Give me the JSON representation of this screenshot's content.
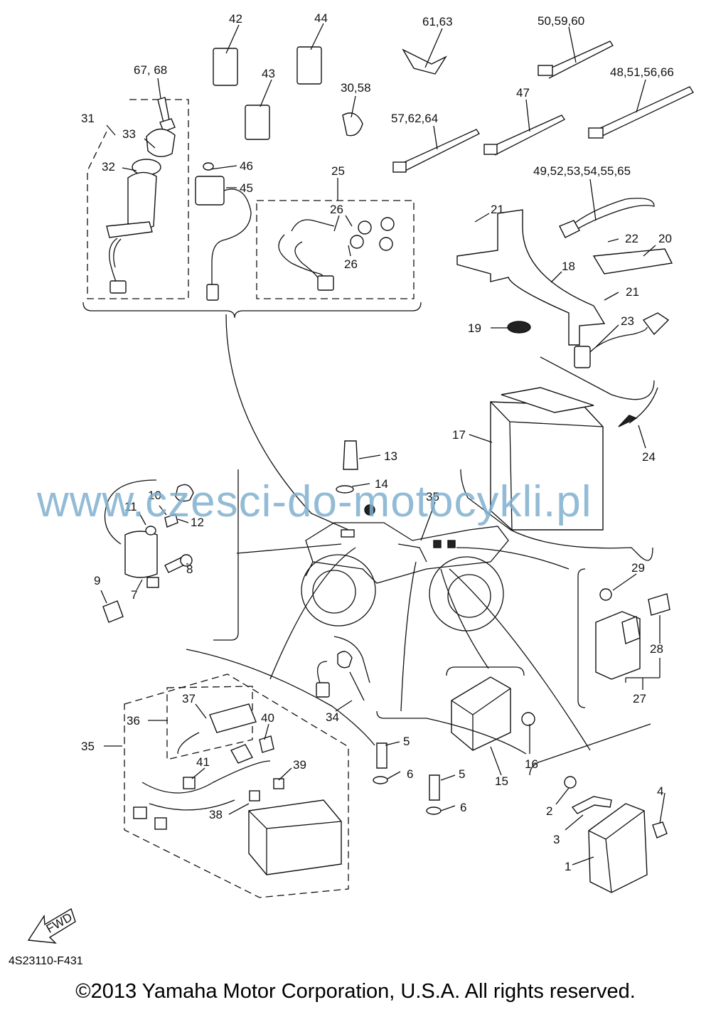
{
  "diagram": {
    "reference_code": "4S23110-F431",
    "copyright": "©2013 Yamaha Motor Corporation, U.S.A. All rights reserved.",
    "watermark": "www.czesci-do-motocykli.pl",
    "fwd_label": "FWD",
    "callouts": [
      {
        "id": "c1",
        "text": "1"
      },
      {
        "id": "c2",
        "text": "2"
      },
      {
        "id": "c3",
        "text": "3"
      },
      {
        "id": "c4",
        "text": "4"
      },
      {
        "id": "c5a",
        "text": "5"
      },
      {
        "id": "c5b",
        "text": "5"
      },
      {
        "id": "c6a",
        "text": "6"
      },
      {
        "id": "c6b",
        "text": "6"
      },
      {
        "id": "c7",
        "text": "7"
      },
      {
        "id": "c8",
        "text": "8"
      },
      {
        "id": "c9",
        "text": "9"
      },
      {
        "id": "c10",
        "text": "10"
      },
      {
        "id": "c11",
        "text": "11"
      },
      {
        "id": "c12",
        "text": "12"
      },
      {
        "id": "c13",
        "text": "13"
      },
      {
        "id": "c14",
        "text": "14"
      },
      {
        "id": "c15",
        "text": "15"
      },
      {
        "id": "c16",
        "text": "16"
      },
      {
        "id": "c17",
        "text": "17"
      },
      {
        "id": "c18",
        "text": "18"
      },
      {
        "id": "c19",
        "text": "19"
      },
      {
        "id": "c20",
        "text": "20"
      },
      {
        "id": "c21a",
        "text": "21"
      },
      {
        "id": "c21b",
        "text": "21"
      },
      {
        "id": "c22",
        "text": "22"
      },
      {
        "id": "c23",
        "text": "23"
      },
      {
        "id": "c24",
        "text": "24"
      },
      {
        "id": "c25",
        "text": "25"
      },
      {
        "id": "c26a",
        "text": "26"
      },
      {
        "id": "c26b",
        "text": "26"
      },
      {
        "id": "c27",
        "text": "27"
      },
      {
        "id": "c28",
        "text": "28"
      },
      {
        "id": "c29",
        "text": "29"
      },
      {
        "id": "c30",
        "text": "30,58"
      },
      {
        "id": "c31",
        "text": "31"
      },
      {
        "id": "c32",
        "text": "32"
      },
      {
        "id": "c33",
        "text": "33"
      },
      {
        "id": "c34",
        "text": "34"
      },
      {
        "id": "c35a",
        "text": "35"
      },
      {
        "id": "c35b",
        "text": "35"
      },
      {
        "id": "c36",
        "text": "36"
      },
      {
        "id": "c37",
        "text": "37"
      },
      {
        "id": "c38",
        "text": "38"
      },
      {
        "id": "c39",
        "text": "39"
      },
      {
        "id": "c40",
        "text": "40"
      },
      {
        "id": "c41",
        "text": "41"
      },
      {
        "id": "c42",
        "text": "42"
      },
      {
        "id": "c43",
        "text": "43"
      },
      {
        "id": "c44",
        "text": "44"
      },
      {
        "id": "c45",
        "text": "45"
      },
      {
        "id": "c46",
        "text": "46"
      },
      {
        "id": "c47",
        "text": "47"
      },
      {
        "id": "c48",
        "text": "48,51,56,66"
      },
      {
        "id": "c49",
        "text": "49,52,53,54,55,65"
      },
      {
        "id": "c50",
        "text": "50,59,60"
      },
      {
        "id": "c57",
        "text": "57,62,64"
      },
      {
        "id": "c61",
        "text": "61,63"
      },
      {
        "id": "c67",
        "text": "67, 68"
      }
    ]
  }
}
